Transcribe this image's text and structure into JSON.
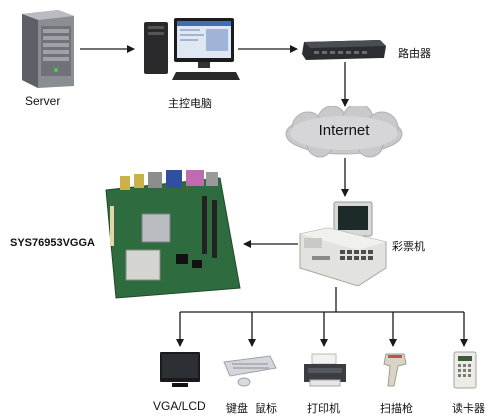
{
  "nodes": {
    "server": "Server",
    "pc": "主控电脑",
    "router": "路由器",
    "internet": "Internet",
    "lottery": "彩票机",
    "board": "SYS76953VGGA"
  },
  "peripherals": [
    "VGA/LCD",
    "键盘  鼠标",
    "打印机",
    "扫描枪",
    "读卡器"
  ],
  "colors": {
    "line": "#1a1a1a",
    "cloud": "#c9c9cb",
    "board": "#2e6b3e"
  }
}
